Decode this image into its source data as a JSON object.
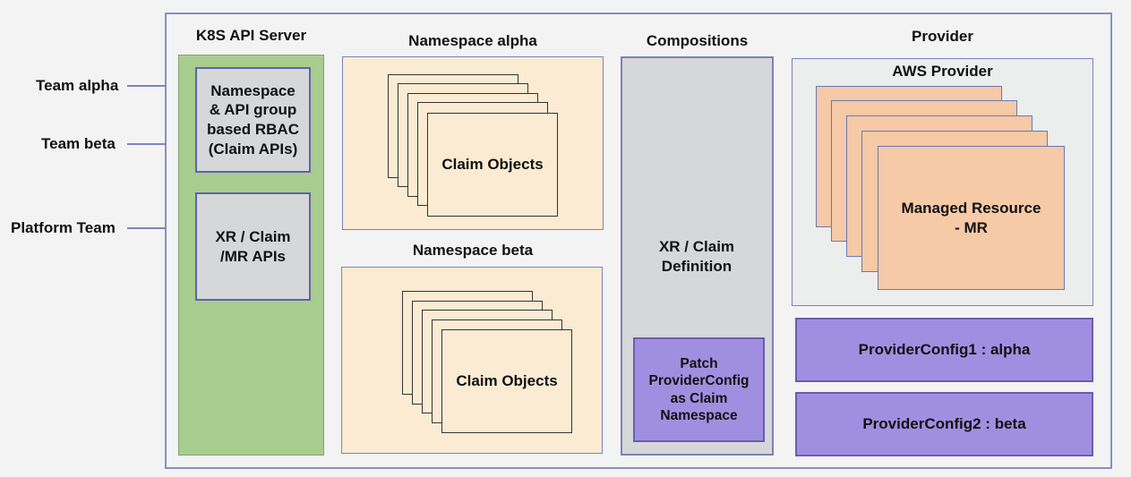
{
  "teams": {
    "alpha": "Team alpha",
    "beta": "Team beta",
    "platform": "Platform Team"
  },
  "api_server": {
    "title": "K8S API Server",
    "rbac_box": "Namespace & API group based RBAC (Claim APIs)",
    "xr_box": "XR / Claim /MR APIs"
  },
  "namespace_alpha": {
    "title": "Namespace alpha",
    "claims_label": "Claim Objects"
  },
  "namespace_beta": {
    "title": "Namespace beta",
    "claims_label": "Claim Objects"
  },
  "compositions": {
    "title": "Compositions",
    "definition": "XR / Claim Definition",
    "patch_box": "Patch ProviderConfig as Claim Namespace"
  },
  "provider": {
    "title": "Provider",
    "aws_title": "AWS Provider",
    "managed_resource": "Managed Resource - MR",
    "config_alpha": "ProviderConfig1 : alpha",
    "config_beta": "ProviderConfig2 : beta"
  },
  "colors": {
    "arrow": "#5a5fa8",
    "green_panel": "#a9cc8f",
    "namespace_fill": "#fcebd3",
    "mr_fill": "#f6c9a7",
    "purple": "#a08fe0",
    "gray": "#d6d7d8"
  }
}
